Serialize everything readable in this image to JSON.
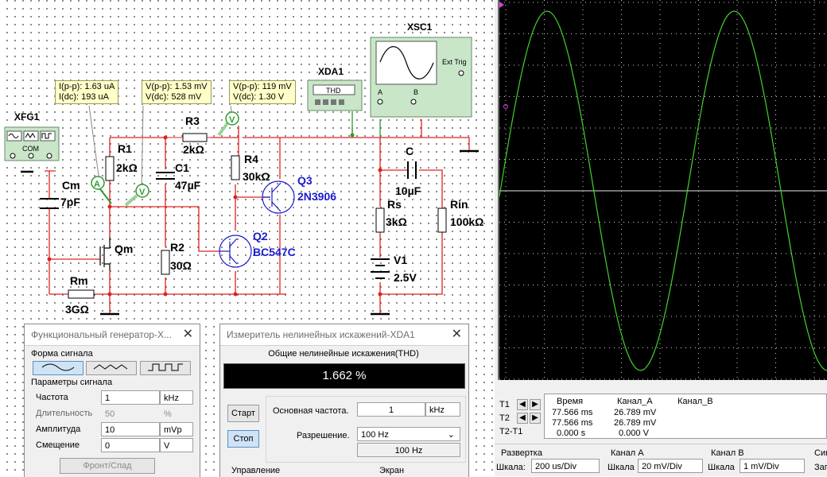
{
  "schematic": {
    "instruments": {
      "xfg": {
        "name": "XFG1",
        "com": "COM"
      },
      "xda": {
        "name": "XDA1",
        "screen": "THD"
      },
      "xsc": {
        "name": "XSC1",
        "ext_trig": "Ext Trig",
        "ch_a": "A",
        "ch_b": "B"
      }
    },
    "probes": [
      {
        "line1": "I(p-p): 1.63 uA",
        "line2": "I(dc): 193 uA"
      },
      {
        "line1": "V(p-p): 1.53 mV",
        "line2": "V(dc): 528 mV"
      },
      {
        "line1": "V(p-p): 119 mV",
        "line2": "V(dc): 1.30 V"
      }
    ],
    "probe_symbols": {
      "ammeter": "A",
      "voltmeter": "V"
    },
    "components": {
      "r1": {
        "name": "R1",
        "value": "2kΩ"
      },
      "c1": {
        "name": "C1",
        "value": "47µF"
      },
      "r3": {
        "name": "R3",
        "value": "2kΩ"
      },
      "r4": {
        "name": "R4",
        "value": "30kΩ"
      },
      "q3": {
        "name": "Q3",
        "value": "2N3906"
      },
      "q2": {
        "name": "Q2",
        "value": "BC547C"
      },
      "r2": {
        "name": "R2",
        "value": "30Ω"
      },
      "cm": {
        "name": "Cm",
        "value": "7pF"
      },
      "qm": {
        "name": "Qm"
      },
      "rm": {
        "name": "Rm",
        "value": "3GΩ"
      },
      "c": {
        "name": "C",
        "value": "10µF"
      },
      "rs": {
        "name": "Rs",
        "value": "3kΩ"
      },
      "rin": {
        "name": "Rin",
        "value": "100kΩ"
      },
      "v1": {
        "name": "V1",
        "value": "2.5V"
      }
    }
  },
  "function_generator": {
    "title": "Функциональный генератор-X...",
    "waveform_label": "Форма сигнала",
    "waveforms": [
      "sine-icon",
      "triangle-icon",
      "square-icon"
    ],
    "params_label": "Параметры сигнала",
    "params": [
      {
        "label": "Частота",
        "value": "1",
        "unit": "kHz",
        "disabled": false
      },
      {
        "label": "Длительность",
        "value": "50",
        "unit": "%",
        "disabled": true
      },
      {
        "label": "Амплитуда",
        "value": "10",
        "unit": "mVp",
        "disabled": false
      },
      {
        "label": "Смещение",
        "value": "0",
        "unit": "V",
        "disabled": false
      }
    ],
    "rise_fall_button": "Фронт/Спад"
  },
  "distortion_analyzer": {
    "title": "Измеритель нелинейных искажений-XDA1",
    "thd_label": "Общие нелинейные искажения(THD)",
    "thd_value": "1.662 %",
    "start_button": "Старт",
    "stop_button": "Стоп",
    "fundamental_label": "Основная частота.",
    "fundamental_value": "1",
    "fundamental_unit": "kHz",
    "resolution_label": "Разрешение.",
    "resolution_value": "100 Hz",
    "resolution_display": "100 Hz",
    "control_label": "Управление",
    "screen_label": "Экран"
  },
  "oscilloscope": {
    "cursor_labels": [
      "T1",
      "T2",
      "T2-T1"
    ],
    "table_headers": [
      "Время",
      "Канал_A",
      "Канал_B"
    ],
    "rows": [
      {
        "time": "77.566 ms",
        "ch_a": "26.789 mV",
        "ch_b": ""
      },
      {
        "time": "77.566 ms",
        "ch_a": "26.789 mV",
        "ch_b": ""
      },
      {
        "time": "0.000 s",
        "ch_a": "0.000 V",
        "ch_b": ""
      }
    ],
    "timebase": {
      "section": "Развертка",
      "scale_label": "Шкала:",
      "scale_value": "200 us/Div"
    },
    "channel_a": {
      "section": "Канал A",
      "scale_label": "Шкала",
      "scale_value": "20 mV/Div"
    },
    "channel_b": {
      "section": "Канал B",
      "scale_label": "Шкала",
      "scale_value": "1 mV/Div"
    },
    "trigger": {
      "section": "Син",
      "label": "Зап"
    },
    "trace_color": "#3fd42a"
  }
}
